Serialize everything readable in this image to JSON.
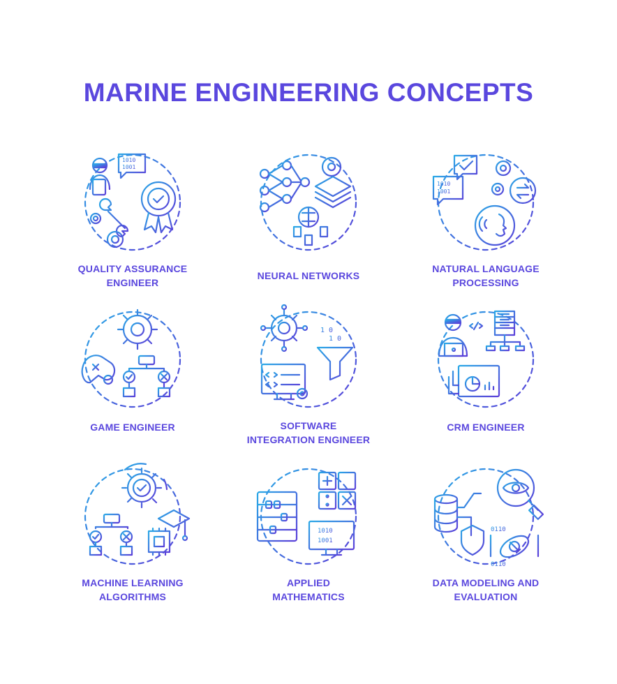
{
  "title": "MARINE ENGINEERING CONCEPTS",
  "colors": {
    "gradient_start": "#29a8e6",
    "gradient_end": "#5b3fd9",
    "title": "#5a47de"
  },
  "concepts": [
    {
      "icon": "quality-assurance-icon",
      "lines": [
        "QUALITY ASSURANCE",
        "ENGINEER"
      ]
    },
    {
      "icon": "neural-networks-icon",
      "lines": [
        "NEURAL NETWORKS"
      ]
    },
    {
      "icon": "natural-language-processing-icon",
      "lines": [
        "NATURAL LANGUAGE",
        "PROCESSING"
      ]
    },
    {
      "icon": "game-engineer-icon",
      "lines": [
        "GAME ENGINEER"
      ]
    },
    {
      "icon": "software-integration-icon",
      "lines": [
        "SOFTWARE",
        "INTEGRATION ENGINEER"
      ]
    },
    {
      "icon": "crm-engineer-icon",
      "lines": [
        "CRM ENGINEER"
      ]
    },
    {
      "icon": "machine-learning-icon",
      "lines": [
        "MACHINE LEARNING",
        "ALGORITHMS"
      ]
    },
    {
      "icon": "applied-mathematics-icon",
      "lines": [
        "APPLIED",
        "MATHEMATICS"
      ]
    },
    {
      "icon": "data-modeling-icon",
      "lines": [
        "DATA MODELING AND",
        "EVALUATION"
      ]
    }
  ]
}
